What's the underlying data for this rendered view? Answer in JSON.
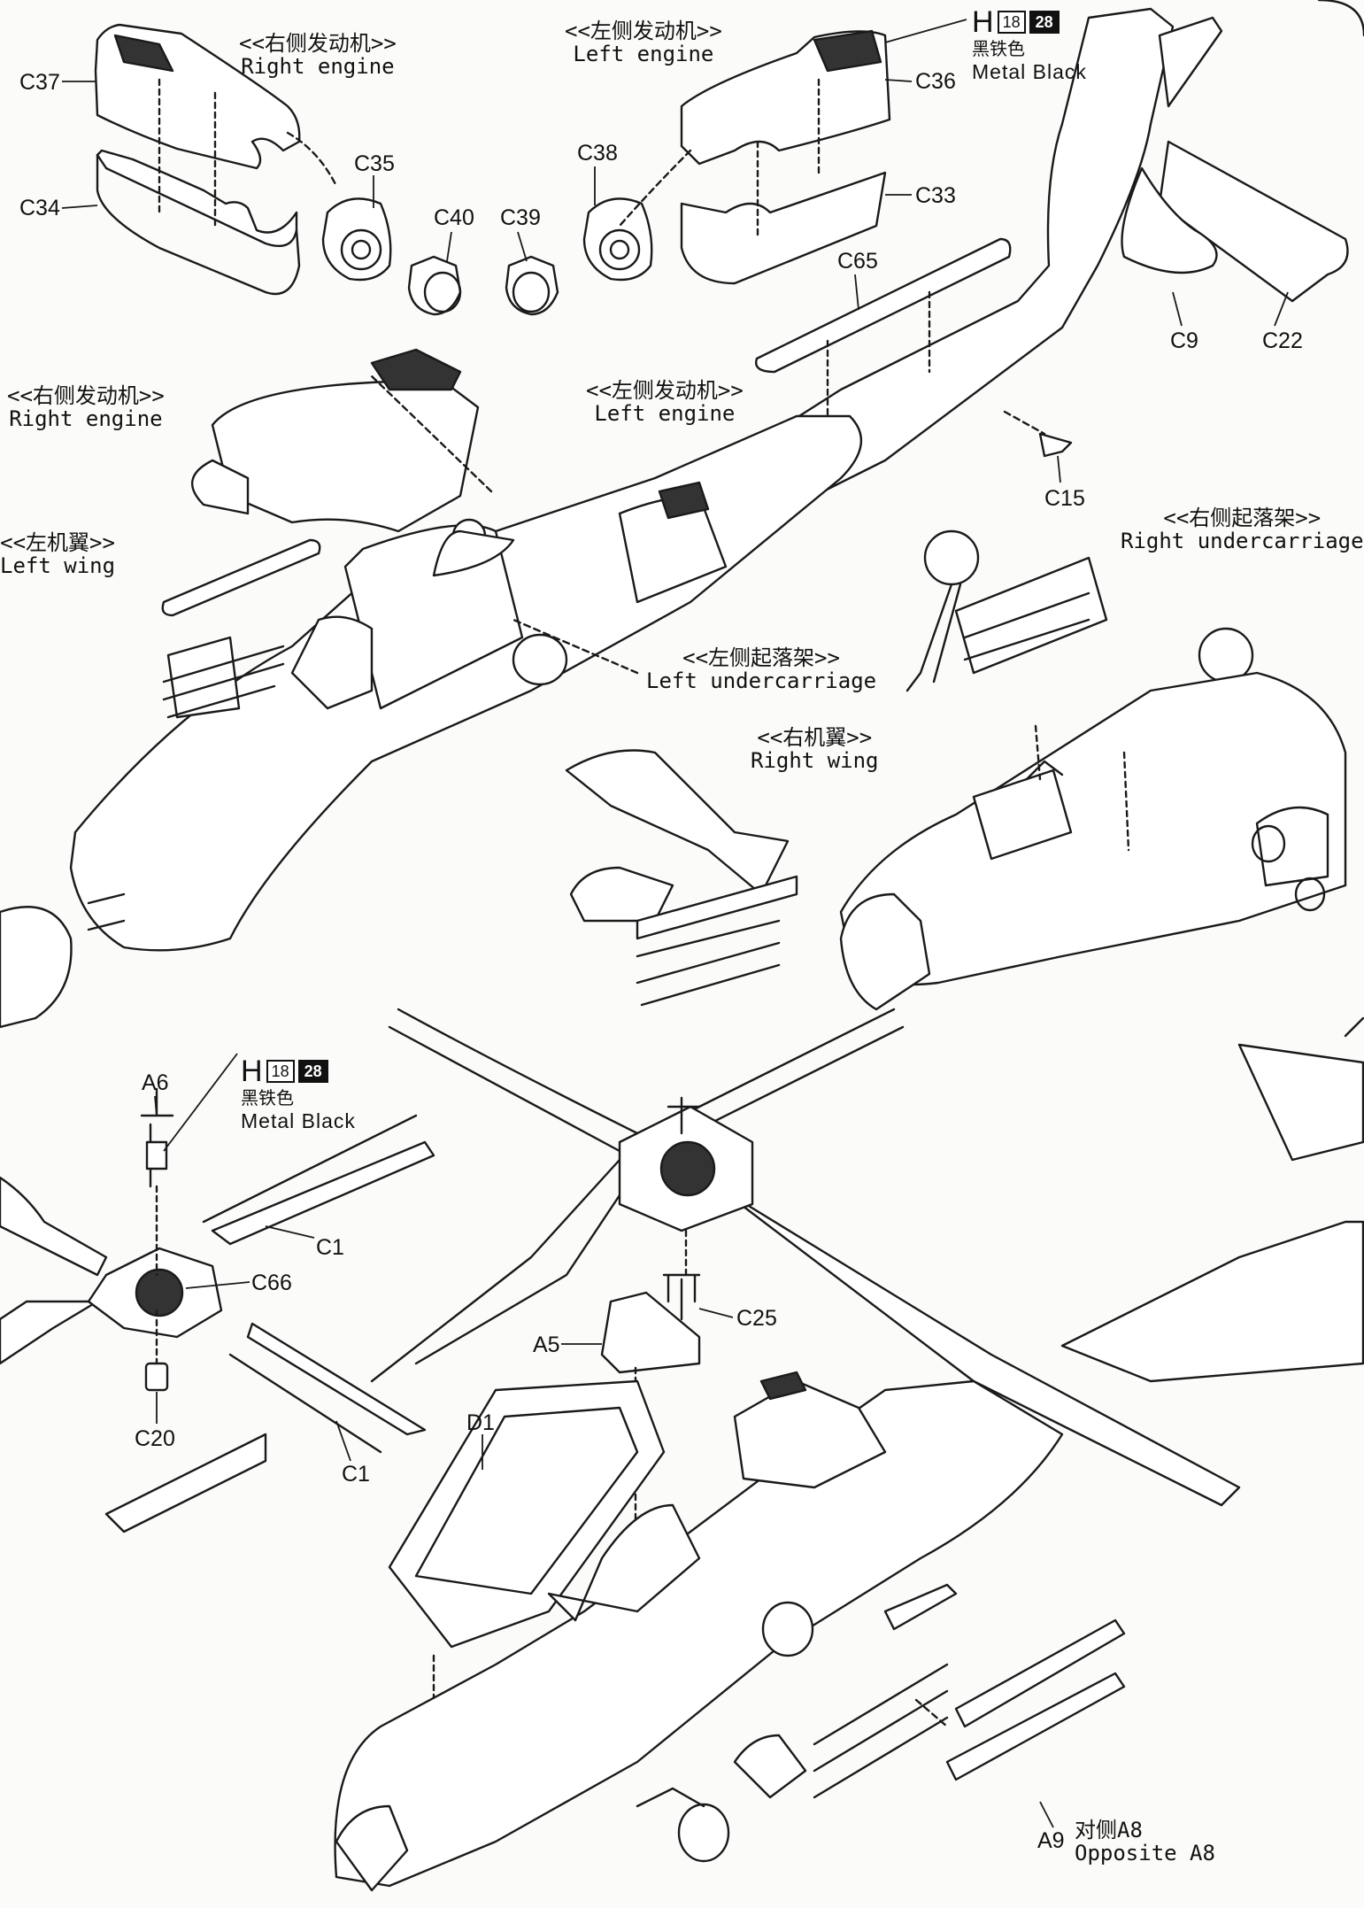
{
  "paint_callouts": [
    {
      "letter": "H",
      "code_1": "18",
      "code_2": "28",
      "name_zh": "黑铁色",
      "name_en": "Metal Black"
    },
    {
      "letter": "H",
      "code_1": "18",
      "code_2": "28",
      "name_zh": "黑铁色",
      "name_en": "Metal Black"
    }
  ],
  "section_labels": {
    "right_engine_top": {
      "zh": "<<右侧发动机>>",
      "en": "Right engine"
    },
    "left_engine_top": {
      "zh": "<<左侧发动机>>",
      "en": "Left engine"
    },
    "right_engine_mid": {
      "zh": "<<右侧发动机>>",
      "en": "Right engine"
    },
    "left_engine_mid": {
      "zh": "<<左侧发动机>>",
      "en": "Left engine"
    },
    "left_wing": {
      "zh": "<<左机翼>>",
      "en": "Left wing"
    },
    "right_undercarriage": {
      "zh": "<<右侧起落架>>",
      "en": "Right undercarriage"
    },
    "left_undercarriage": {
      "zh": "<<左侧起落架>>",
      "en": "Left undercarriage"
    },
    "right_wing": {
      "zh": "<<右机翼>>",
      "en": "Right wing"
    },
    "opposite_a8": {
      "zh": "对侧A8",
      "en": "Opposite A8"
    }
  },
  "parts": {
    "c37": "C37",
    "c34": "C34",
    "c35": "C35",
    "c40": "C40",
    "c39": "C39",
    "c38": "C38",
    "c36": "C36",
    "c33": "C33",
    "c65": "C65",
    "c9": "C9",
    "c22": "C22",
    "c15": "C15",
    "a6": "A6",
    "c1_upper": "C1",
    "c66": "C66",
    "c20": "C20",
    "c1_lower": "C1",
    "c25": "C25",
    "a5": "A5",
    "d1": "D1",
    "a9": "A9"
  }
}
